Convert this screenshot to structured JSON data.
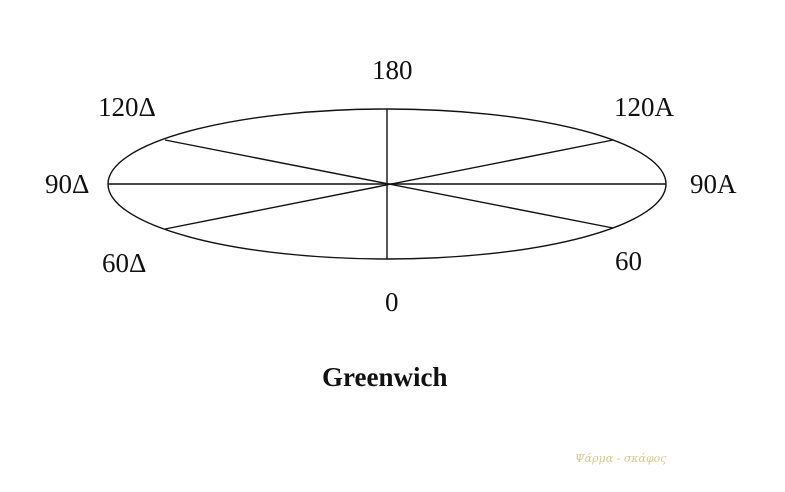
{
  "labels": {
    "top": "180",
    "upper_left": "120Δ",
    "upper_right": "120A",
    "left": "90Δ",
    "right": "90A",
    "lower_left": "60Δ",
    "lower_right": "60",
    "bottom": "0"
  },
  "caption": "Greenwich",
  "signature": "Ψάρμα - σκάφος",
  "colors": {
    "ink": "#111111",
    "background": "#ffffff",
    "signature": "#d9c98a"
  }
}
